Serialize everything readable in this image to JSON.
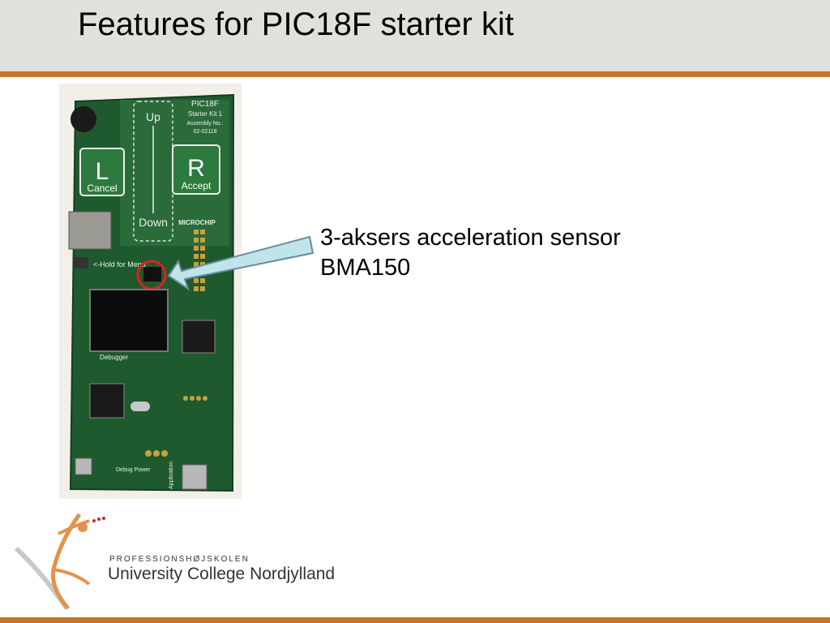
{
  "slide": {
    "title": "Features for PIC18F starter kit"
  },
  "content": {
    "feature_line1": "3-aksers acceleration sensor",
    "feature_line2": "BMA150"
  },
  "board": {
    "name": "PIC18F",
    "subtitle": "Starter Kit 1",
    "assembly": "Assembly No.:",
    "assembly_no": "02-02118",
    "btn_up": "Up",
    "btn_down": "Down",
    "btn_l": "L",
    "btn_l_sub": "Cancel",
    "btn_r": "R",
    "btn_r_sub": "Accept",
    "brand": "MICROCHIP",
    "hold_label": "<-Hold for Menu",
    "debugger_label": "Debugger",
    "debug_power_label": "Debug Power",
    "application_label": "Application"
  },
  "footer": {
    "org_small": "PROFESSIONSHØJSKOLEN",
    "org_name": "University College Nordjylland"
  },
  "colors": {
    "accent_rule": "#c8732c",
    "header_bg": "#e2e0dc",
    "pointer_fill": "#bfe4ea",
    "pointer_stroke": "#6a8aa0",
    "highlight_circle": "#e02020",
    "pcb_green": "#1f5a2e"
  }
}
